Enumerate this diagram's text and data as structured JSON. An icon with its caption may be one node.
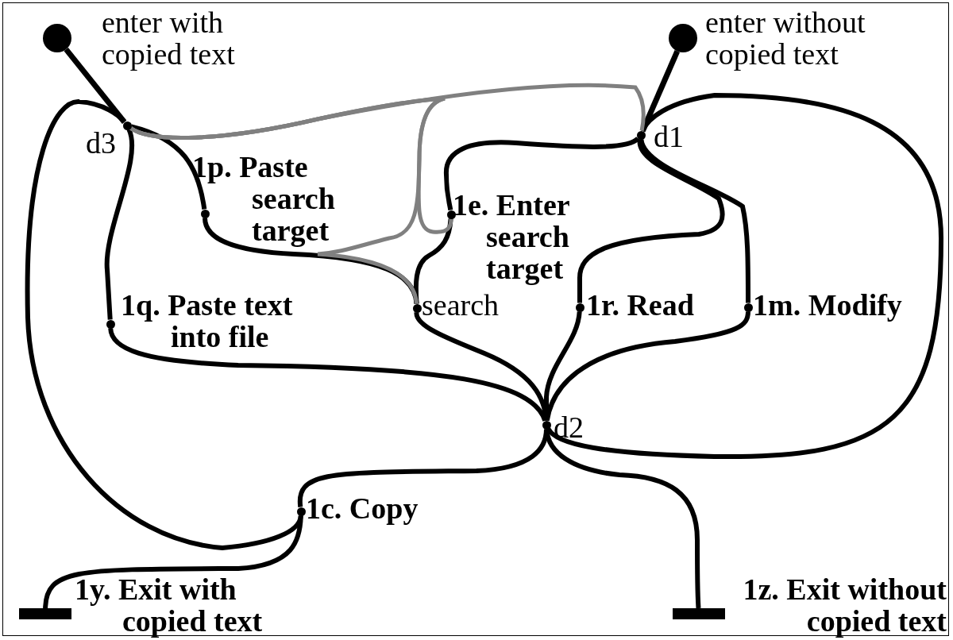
{
  "diagram": {
    "nodes": [
      {
        "text": [],
        "shape": "circle",
        "beside": [
          "enter with copied text"
        ]
      },
      {
        "text": [],
        "shape": "circle",
        "beside": [
          "enter without copied text"
        ]
      },
      {
        "text": [],
        "shape": "circle",
        "beside": [
          "d3"
        ]
      },
      {
        "text": [],
        "shape": "circle",
        "beside": [
          "d1"
        ]
      },
      {
        "text": [],
        "shape": "circle",
        "beside": [
          "1p. Paste search target"
        ]
      },
      {
        "text": [],
        "shape": "circle",
        "beside": [
          "1e. Enter search target"
        ]
      },
      {
        "text": [],
        "shape": "circle",
        "beside": [
          "search"
        ]
      },
      {
        "text": [],
        "shape": "circle",
        "beside": [
          "1q. Paste text into file"
        ]
      },
      {
        "text": [],
        "shape": "circle",
        "beside": [
          "1r. Read"
        ]
      },
      {
        "text": [],
        "shape": "circle",
        "beside": [
          "1m. Modify"
        ]
      },
      {
        "text": [],
        "shape": "circle",
        "beside": [
          "d2"
        ]
      },
      {
        "text": [],
        "shape": "circle",
        "beside": [
          "1c. Copy"
        ]
      },
      {
        "text": [],
        "shape": "bar",
        "beside": [
          "1y. Exit with copied text"
        ]
      },
      {
        "text": [],
        "shape": "bar",
        "beside": [
          "1z. Exit without copied text"
        ]
      }
    ],
    "edges": [
      {
        "from": 0,
        "to": 2,
        "arrow": "none"
      },
      {
        "from": 1,
        "to": 3,
        "arrow": "none"
      },
      {
        "from": 2,
        "to": 4,
        "arrow": "none"
      },
      {
        "from": 4,
        "to": 6,
        "arrow": "none"
      },
      {
        "from": 3,
        "to": 5,
        "arrow": "none"
      },
      {
        "from": 5,
        "to": 6,
        "arrow": "none"
      },
      {
        "from": 6,
        "to": 10,
        "arrow": "none"
      },
      {
        "from": 2,
        "to": 7,
        "arrow": "none"
      },
      {
        "from": 7,
        "to": 10,
        "arrow": "none"
      },
      {
        "from": 3,
        "to": 8,
        "arrow": "none"
      },
      {
        "from": 8,
        "to": 10,
        "arrow": "none"
      },
      {
        "from": 3,
        "to": 9,
        "arrow": "none"
      },
      {
        "from": 9,
        "to": 10,
        "arrow": "none"
      },
      {
        "from": 10,
        "to": 3,
        "arrow": "none"
      },
      {
        "from": 11,
        "to": 2,
        "arrow": "none"
      },
      {
        "from": 10,
        "to": 11,
        "arrow": "none"
      },
      {
        "from": 11,
        "to": 12,
        "arrow": "none"
      },
      {
        "from": 10,
        "to": 13,
        "arrow": "none"
      },
      {
        "from": 2,
        "to": 3,
        "arrow": "none",
        "color": "#808080"
      },
      {
        "from": 2,
        "to": 5,
        "arrow": "none",
        "color": "#808080"
      },
      {
        "from": 2,
        "to": 6,
        "arrow": "none",
        "color": "#808080"
      }
    ]
  }
}
